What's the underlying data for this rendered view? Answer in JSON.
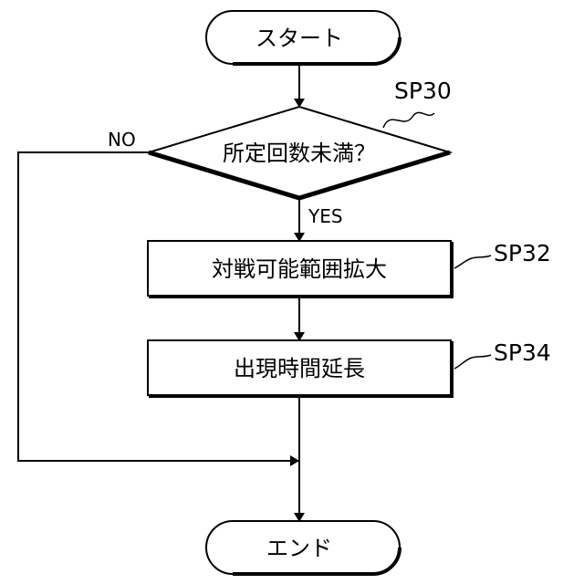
{
  "flowchart": {
    "start_label": "スタート",
    "decision": {
      "label": "所定回数未満？",
      "ref": "SP30"
    },
    "branch_yes": "YES",
    "branch_no": "NO",
    "step1": {
      "label": "対戦可能範囲拡大",
      "ref": "SP32"
    },
    "step2": {
      "label": "出現時間延長",
      "ref": "SP34"
    },
    "end_label": "エンド"
  }
}
